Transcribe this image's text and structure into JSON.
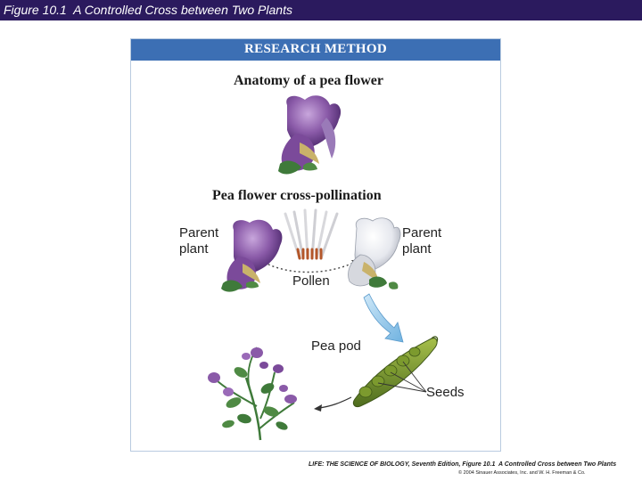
{
  "header": {
    "title": "Figure 10.1  A Controlled Cross between Two Plants"
  },
  "panel": {
    "header": "RESEARCH METHOD",
    "anatomy_heading": "Anatomy of a pea flower",
    "cross_heading": "Pea flower cross-pollination",
    "parent_left_line1": "Parent",
    "parent_left_line2": "plant",
    "parent_right_line1": "Parent",
    "parent_right_line2": "plant",
    "pollen": "Pollen",
    "pea_pod": "Pea pod",
    "seeds": "Seeds"
  },
  "footer": {
    "credit_line1": "LIFE: THE SCIENCE OF BIOLOGY, Seventh Edition, Figure 10.1  A Controlled Cross between Two Plants",
    "credit_line2": "© 2004 Sinauer Associates, Inc. and W. H. Freeman & Co."
  },
  "colors": {
    "title_bar": "#2b1a5e",
    "panel_header": "#3c6fb4",
    "purple_petal": "#8a5aa8",
    "white_petal": "#e6e8ee",
    "leaf_green": "#3f7a3a",
    "arrow_blue": "#8cc4e8",
    "pod_green": "#6f8f2e"
  }
}
